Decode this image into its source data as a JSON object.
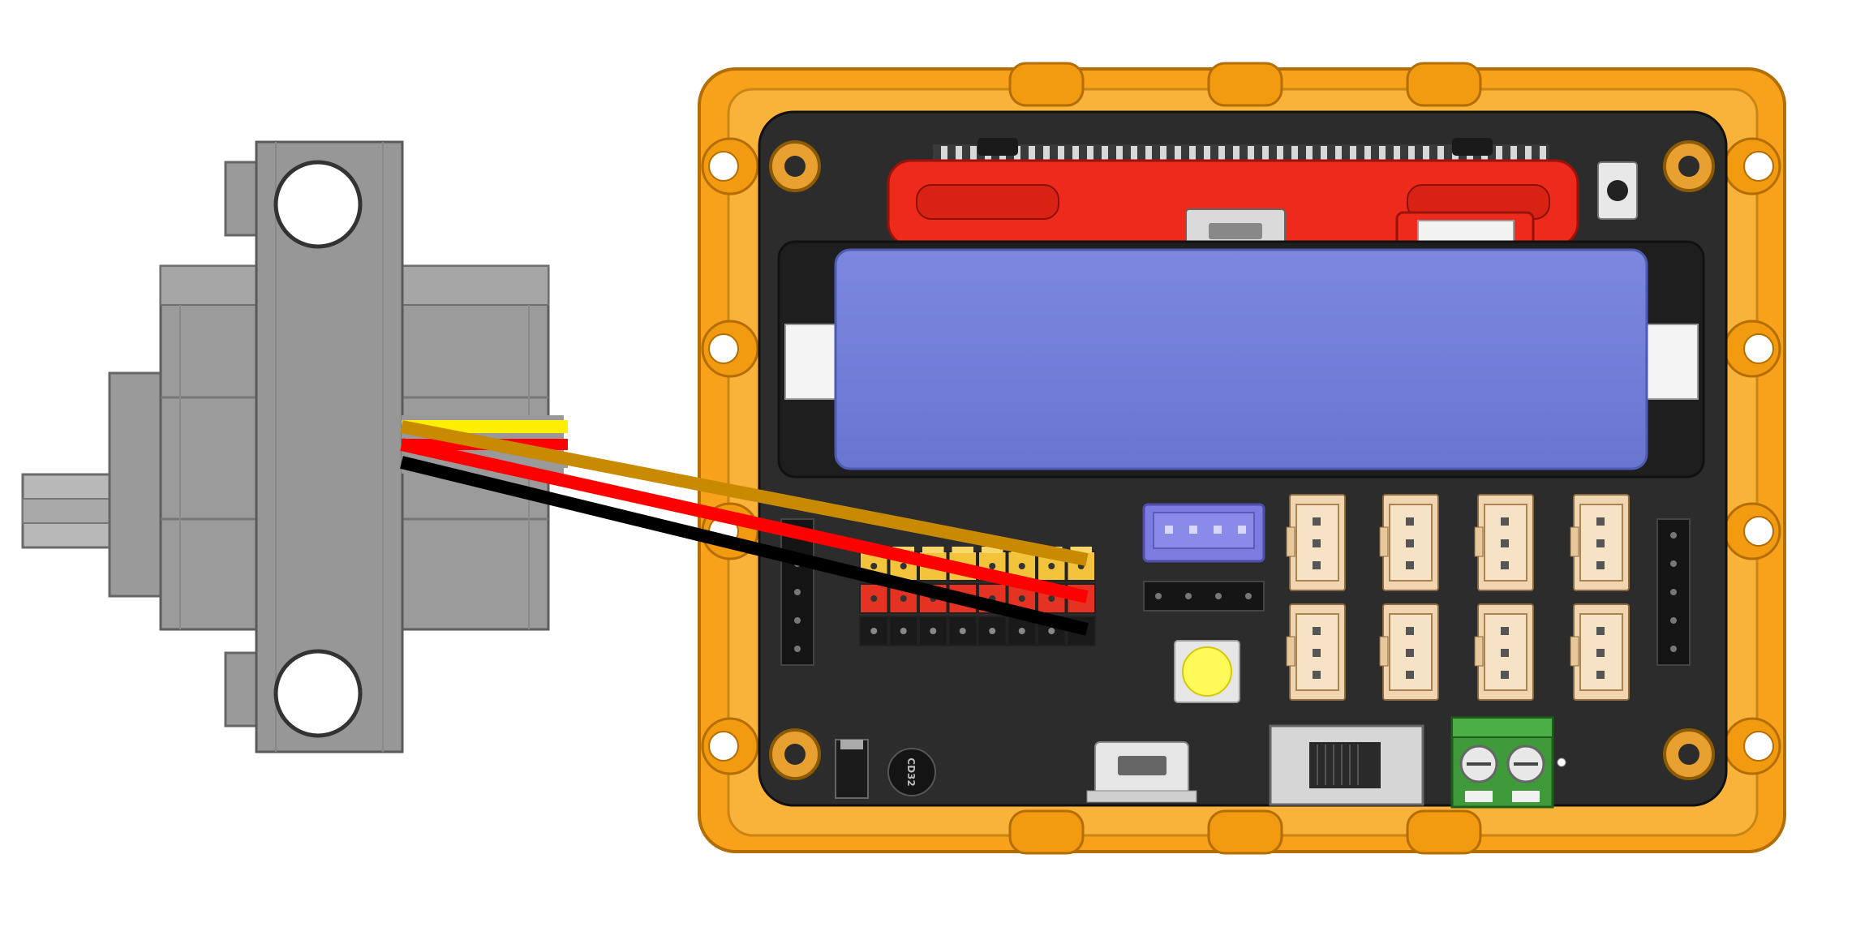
{
  "diagram": {
    "components": {
      "servo": {
        "icon": "servo-motor-icon"
      },
      "controller": {
        "icon": "controller-board-icon"
      },
      "battery": {
        "icon": "cylindrical-battery-icon"
      },
      "buzzer": {
        "label": "CD32"
      }
    },
    "wires": [
      {
        "color": "#c88a00",
        "role": "signal"
      },
      {
        "color": "#ff0000",
        "role": "power"
      },
      {
        "color": "#000000",
        "role": "ground"
      }
    ],
    "colors": {
      "frame": "#f7a21a",
      "pcb": "#2c2c2c",
      "servo_body": "#8e8e8e",
      "battery": "#727fd6",
      "expansion_board": "#ee2a1c",
      "pin_signal": "#f2c33b",
      "pin_power": "#e53323",
      "pin_ground": "#1a1a1a",
      "jst_connector": "#f0d5b0",
      "terminal_block": "#3f9a3a",
      "purple_connector": "#7b7be0"
    }
  }
}
